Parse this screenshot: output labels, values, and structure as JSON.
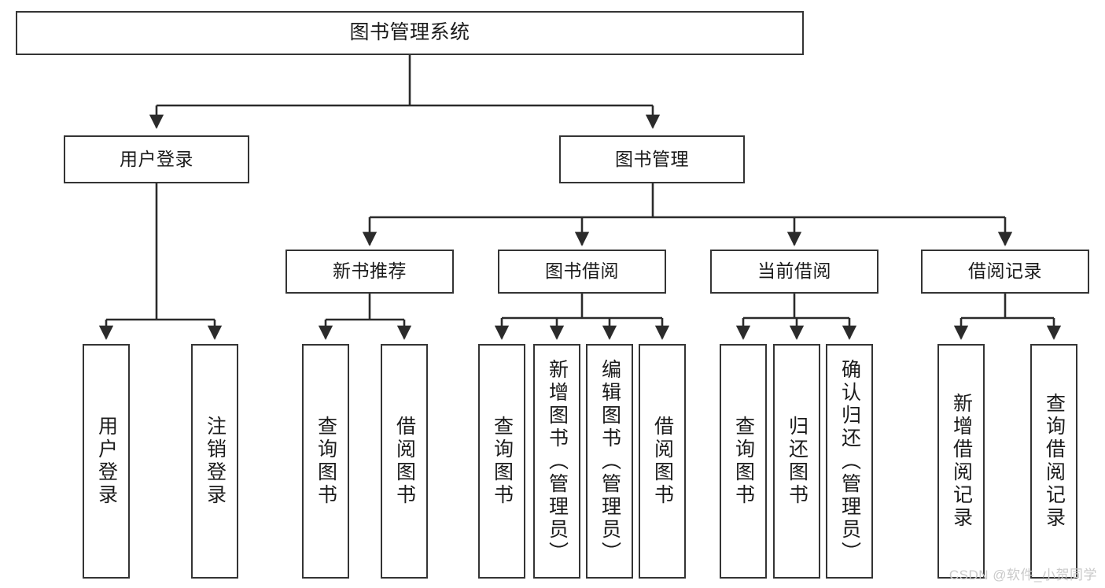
{
  "diagram": {
    "title": "图书管理系统",
    "type": "tree-hierarchy",
    "watermark": "CSDN @软件_小贺同学",
    "colors": {
      "box_border": "#343434",
      "box_fill": "#ffffff",
      "edge": "#2b2b2b",
      "text": "#1b1b1b",
      "watermark": "#c9c9c9",
      "background": "#ffffff"
    },
    "nodes": {
      "root": {
        "label": "图书管理系统"
      },
      "level2": [
        {
          "id": "user-login",
          "label": "用户登录"
        },
        {
          "id": "book-manage",
          "label": "图书管理"
        }
      ],
      "level3": [
        {
          "id": "new-book-recommend",
          "label": "新书推荐"
        },
        {
          "id": "book-borrow",
          "label": "图书借阅"
        },
        {
          "id": "current-borrow",
          "label": "当前借阅"
        },
        {
          "id": "borrow-record",
          "label": "借阅记录"
        }
      ],
      "leaves": {
        "user-login": [
          {
            "id": "leaf-user-login",
            "label": "用户登录"
          },
          {
            "id": "leaf-logout-login",
            "label": "注销登录"
          }
        ],
        "new-book-recommend": [
          {
            "id": "leaf-query-book-1",
            "label": "查询图书"
          },
          {
            "id": "leaf-borrow-book-1",
            "label": "借阅图书"
          }
        ],
        "book-borrow": [
          {
            "id": "leaf-query-book-2",
            "label": "查询图书"
          },
          {
            "id": "leaf-add-book",
            "label": "新增图书（管理员）"
          },
          {
            "id": "leaf-edit-book",
            "label": "编辑图书（管理员）"
          },
          {
            "id": "leaf-borrow-book-2",
            "label": "借阅图书"
          }
        ],
        "current-borrow": [
          {
            "id": "leaf-query-book-3",
            "label": "查询图书"
          },
          {
            "id": "leaf-return-book",
            "label": "归还图书"
          },
          {
            "id": "leaf-confirm-return",
            "label": "确认归还（管理员）"
          }
        ],
        "borrow-record": [
          {
            "id": "leaf-add-record",
            "label": "新增借阅记录"
          },
          {
            "id": "leaf-query-record",
            "label": "查询借阅记录"
          }
        ]
      }
    }
  }
}
